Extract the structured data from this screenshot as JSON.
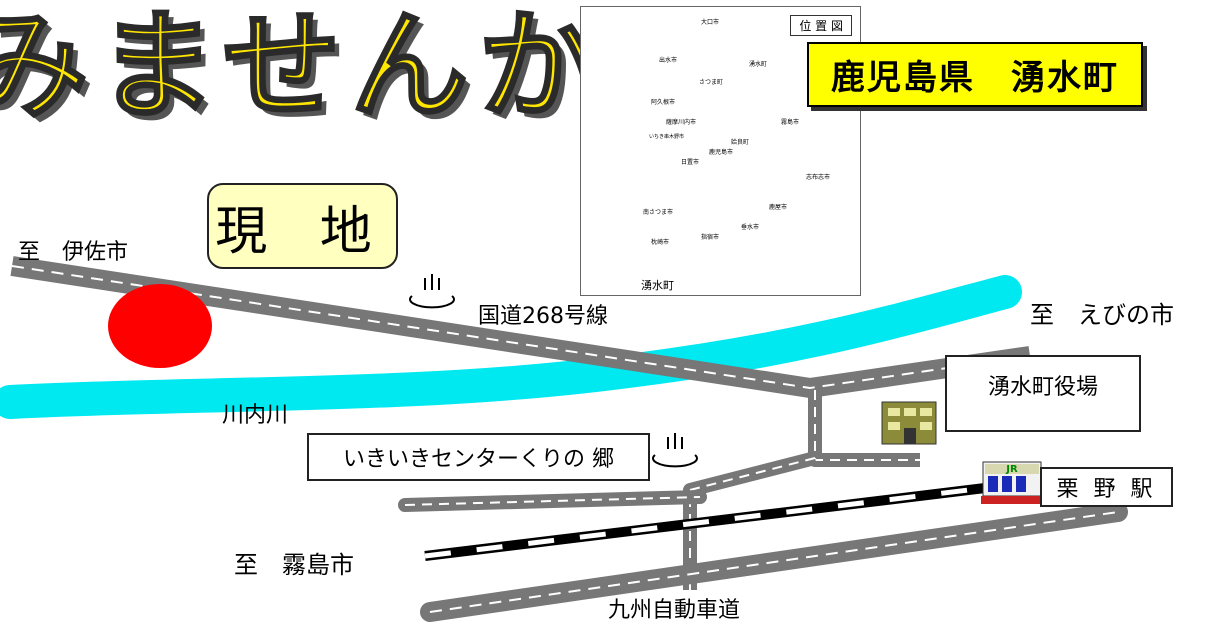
{
  "banner_title": "みませんか",
  "site_label": "現 地",
  "prefecture_label": "鹿児島県　湧水町",
  "inset_map": {
    "title": "位 置 図",
    "legend_label": "湧水町",
    "cities": [
      "大口市",
      "出水市",
      "さつま町",
      "阿久根市",
      "薩摩川内市",
      "いちき串木野市",
      "日置市",
      "鹿児島市",
      "南さつま市",
      "枕崎市",
      "霧島市",
      "姶良町",
      "垂水市",
      "鹿屋市",
      "志布志市",
      "指宿市",
      "湧水町"
    ]
  },
  "place_labels": {
    "to_isa": "至　伊佐市",
    "to_ebino": "至　えびの市",
    "to_kirishima": "至　霧島市",
    "route_268": "国道268号線",
    "river": "川内川",
    "kyushu_expressway": "九州自動車道"
  },
  "boxed_labels": {
    "ikiiki_center": "いきいきセンターくりの 郷",
    "town_office": "湧水町役場",
    "kurino_station": "栗 野 駅"
  },
  "station_sign": "JR",
  "colors": {
    "road": "#7a7a7a",
    "river": "#00e8f0",
    "site_marker": "#ff0000",
    "title_fill": "#ffe600",
    "prefecture_box": "#ffff00",
    "genchi_box": "#ffffc0",
    "legend_swatch": "#c8a882"
  }
}
